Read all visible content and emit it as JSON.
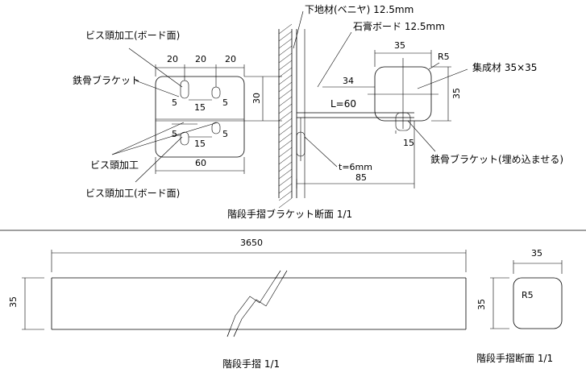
{
  "labels": {
    "screw_head_board_top": "ビス頭加工(ボード面)",
    "screw_head": "ビス頭加工",
    "screw_head_board_bottom": "ビス頭加工(ボード面)",
    "steel_bracket": "鉄骨ブラケット",
    "base_material": "下地材(ベニヤ) 12.5mm",
    "gypsum_board": "石膏ボード 12.5mm",
    "laminated_wood": "集成材 35×35",
    "steel_bracket_embedded": "鉄骨ブラケット(埋め込ませる)",
    "l60": "L=60",
    "t6": "t=6mm"
  },
  "dimensions": {
    "top_20a": "20",
    "top_20b": "20",
    "top_20c": "20",
    "h30": "30",
    "d5a": "5",
    "d15a": "15",
    "d5b": "5",
    "d5c": "5",
    "d15b": "15",
    "d5d": "5",
    "w60": "60",
    "d35top": "35",
    "r5top": "R5",
    "d34": "34",
    "d35side": "35",
    "d15c": "15",
    "d85": "85",
    "len3650": "3650",
    "h35a": "35",
    "w35b": "35",
    "h35b": "35",
    "r5b": "R5"
  },
  "titles": {
    "bracket_section": "階段手摺ブラケット断面 1/1",
    "handrail": "階段手摺 1/1",
    "handrail_section": "階段手摺断面 1/1"
  }
}
